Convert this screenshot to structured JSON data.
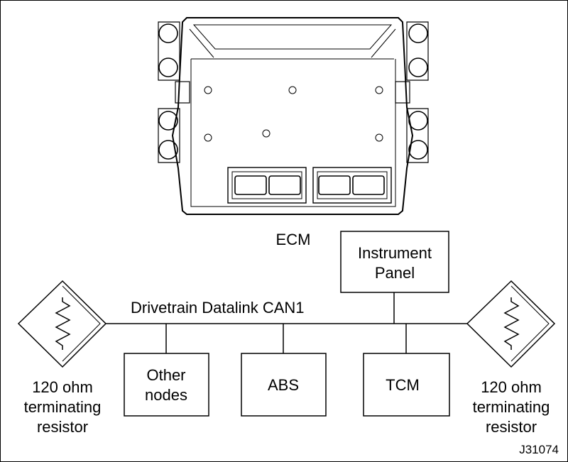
{
  "ecm": {
    "label": "ECM"
  },
  "bus": {
    "label": "Drivetrain Datalink CAN1"
  },
  "nodes": {
    "instrument_panel": [
      "Instrument",
      "Panel"
    ],
    "other_nodes": [
      "Other",
      "nodes"
    ],
    "abs": "ABS",
    "tcm": "TCM"
  },
  "resistor_left": [
    "120 ohm",
    "terminating",
    "resistor"
  ],
  "resistor_right": [
    "120 ohm",
    "terminating",
    "resistor"
  ],
  "figure_id": "J31074"
}
